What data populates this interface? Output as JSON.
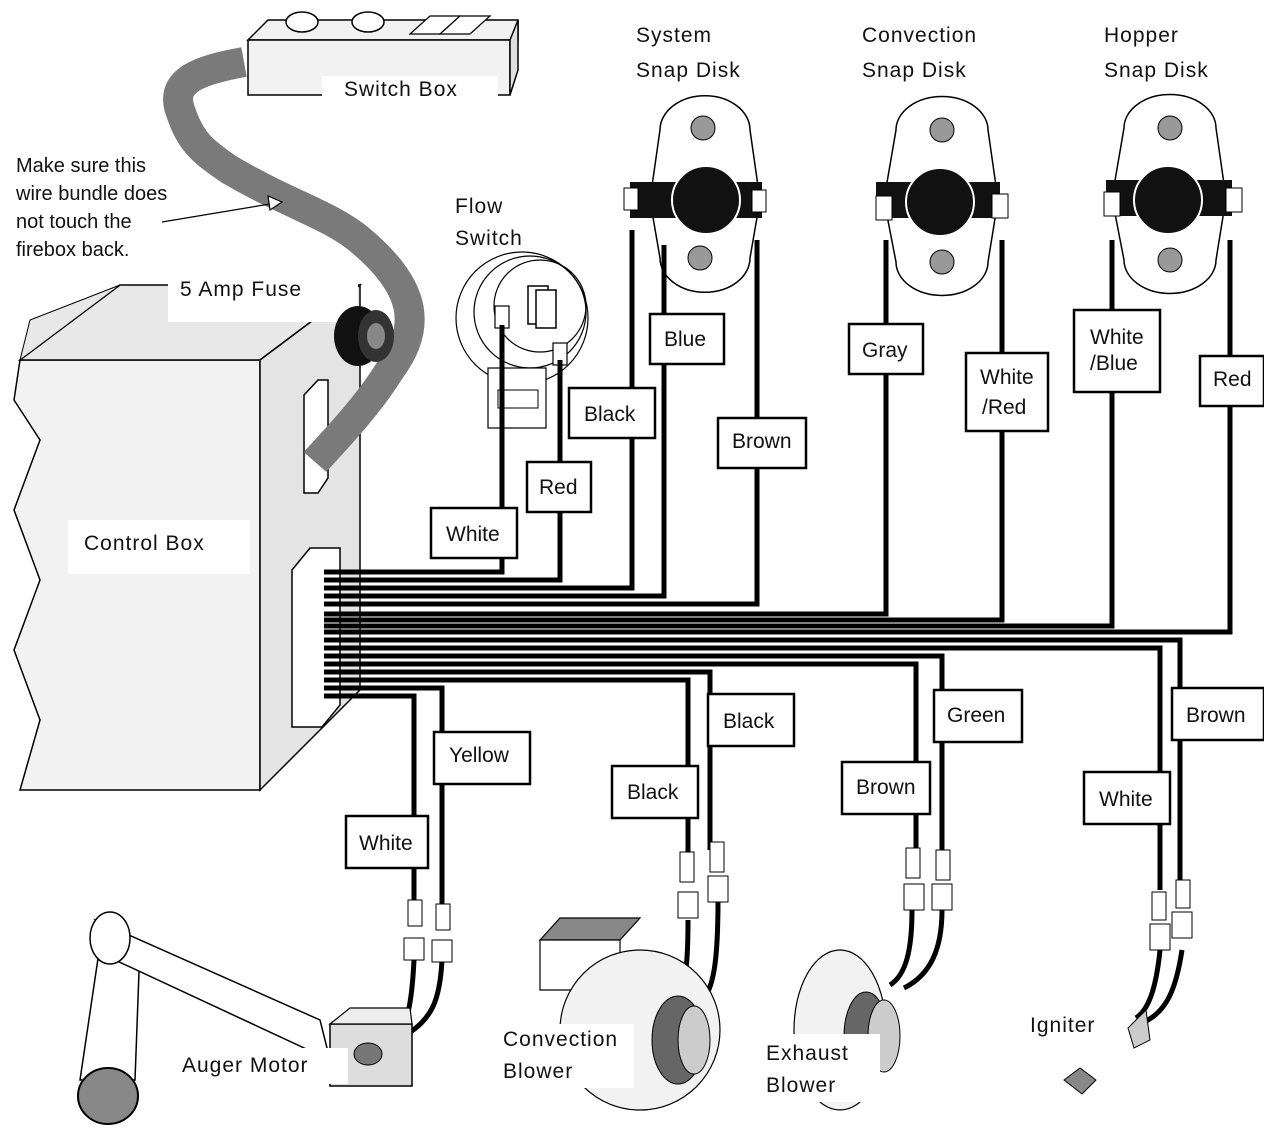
{
  "components": {
    "switch_box": "Switch Box",
    "system_disk_1": "System",
    "system_disk_2": "Snap Disk",
    "convection_disk_1": "Convection",
    "convection_disk_2": "Snap Disk",
    "hopper_disk_1": "Hopper",
    "hopper_disk_2": "Snap Disk",
    "flow_switch_1": "Flow",
    "flow_switch_2": "Switch",
    "fuse": "5 Amp Fuse",
    "control_box": "Control Box",
    "auger_motor": "Auger Motor",
    "convection_blower_1": "Convection",
    "convection_blower_2": "Blower",
    "exhaust_blower_1": "Exhaust",
    "exhaust_blower_2": "Blower",
    "igniter": "Igniter"
  },
  "note": [
    "Make sure this",
    "wire bundle does",
    "not touch the",
    "firebox back."
  ],
  "wires": {
    "flow_white": "White",
    "flow_red": "Red",
    "system_black": "Black",
    "system_blue": "Blue",
    "system_brown": "Brown",
    "conv_gray": "Gray",
    "conv_whitered_1": "White",
    "conv_whitered_2": "/Red",
    "hopper_whiteblue_1": "White",
    "hopper_whiteblue_2": "/Blue",
    "hopper_red": "Red",
    "auger_white": "White",
    "auger_yellow": "Yellow",
    "convblower_black1": "Black",
    "convblower_black2": "Black",
    "exhaust_brown": "Brown",
    "exhaust_green": "Green",
    "igniter_white": "White",
    "igniter_brown": "Brown"
  }
}
